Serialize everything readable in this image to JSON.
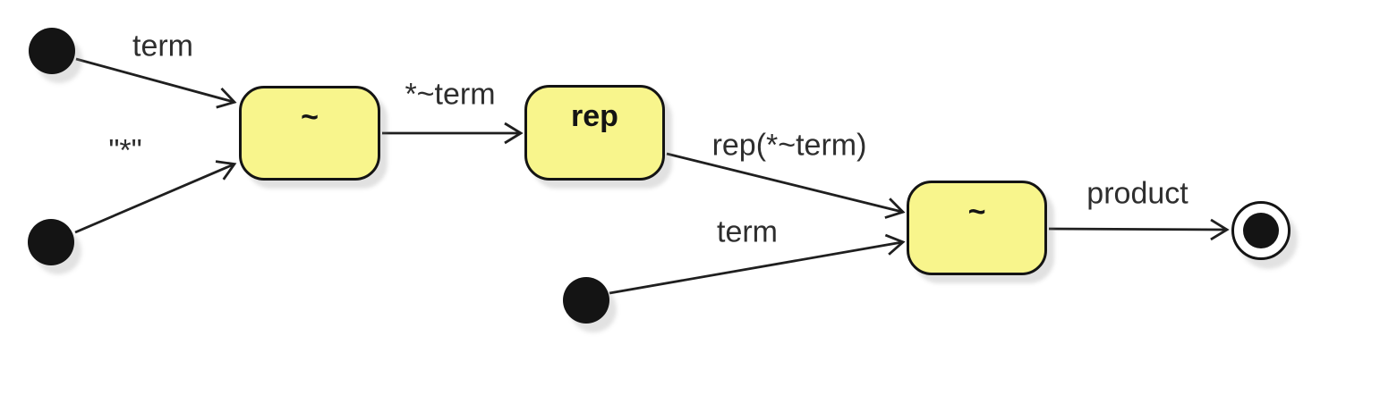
{
  "diagram": {
    "type": "state-machine",
    "states": [
      {
        "id": "initial-1",
        "kind": "initial"
      },
      {
        "id": "initial-2",
        "kind": "initial"
      },
      {
        "id": "tilde-1",
        "kind": "state",
        "label": "~"
      },
      {
        "id": "rep",
        "kind": "state",
        "label": "rep"
      },
      {
        "id": "initial-3",
        "kind": "initial"
      },
      {
        "id": "tilde-2",
        "kind": "state",
        "label": "~"
      },
      {
        "id": "final",
        "kind": "final"
      }
    ],
    "transitions": [
      {
        "from": "initial-1",
        "to": "tilde-1",
        "label": "term"
      },
      {
        "from": "initial-2",
        "to": "tilde-1",
        "label": "\"*\""
      },
      {
        "from": "tilde-1",
        "to": "rep",
        "label": "*~term"
      },
      {
        "from": "rep",
        "to": "tilde-2",
        "label": "rep(*~term)"
      },
      {
        "from": "initial-3",
        "to": "tilde-2",
        "label": "term"
      },
      {
        "from": "tilde-2",
        "to": "final",
        "label": "product"
      }
    ]
  },
  "colors": {
    "canvas-bg": "#ffffff",
    "state-fill": "#f8f58c",
    "shape-stroke": "#141414",
    "edge-stroke": "#1f1f1f",
    "label-color": "#2e2e2e"
  }
}
